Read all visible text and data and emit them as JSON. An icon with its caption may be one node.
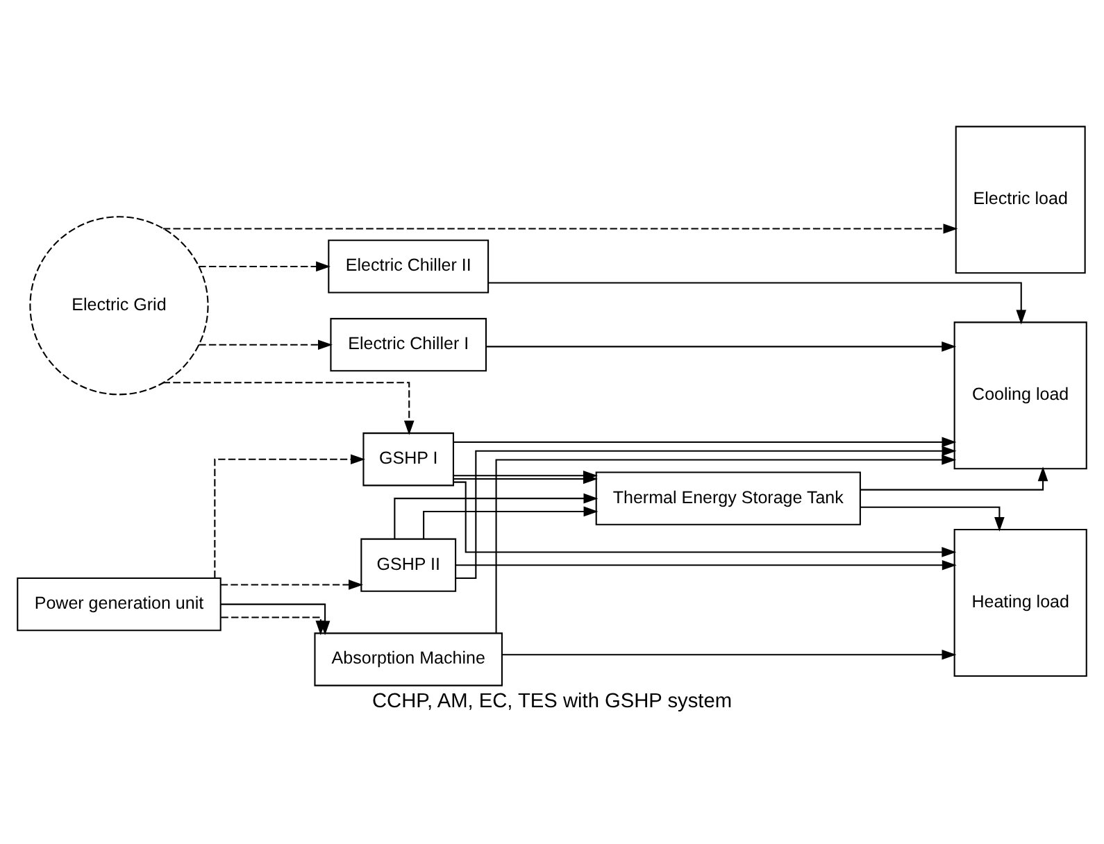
{
  "diagram": {
    "caption": "CCHP, AM, EC, TES with GSHP system",
    "nodes": [
      {
        "text": [
          "Electric Grid"
        ]
      },
      {
        "text": [
          "Electric Chiller I"
        ]
      },
      {
        "text": [
          "Electric Chiller II"
        ]
      },
      {
        "text": [
          "GSHP I"
        ]
      },
      {
        "text": [
          "Thermal Energy Storage Tank"
        ]
      },
      {
        "text": [
          "Power generation unit"
        ]
      },
      {
        "text": [
          "GSHP II"
        ]
      },
      {
        "text": [
          "Absorption Machine"
        ]
      },
      {
        "text": [
          "Electric load"
        ]
      },
      {
        "text": [
          "Cooling load"
        ]
      },
      {
        "text": [
          "Heating load"
        ]
      }
    ],
    "edges": [
      {
        "from": 0,
        "to": 8,
        "arrow": "to",
        "style": "dashed"
      },
      {
        "from": 0,
        "to": 1,
        "arrow": "to",
        "style": "dashed"
      },
      {
        "from": 0,
        "to": 2,
        "arrow": "to",
        "style": "dashed"
      },
      {
        "from": 0,
        "to": 3,
        "arrow": "to",
        "style": "dashed"
      },
      {
        "from": 5,
        "to": 3,
        "arrow": "to",
        "style": "dashed"
      },
      {
        "from": 5,
        "to": 6,
        "arrow": "to",
        "style": "dashed"
      },
      {
        "from": 5,
        "to": 7,
        "arrow": "to",
        "style": "dashed"
      },
      {
        "from": 5,
        "to": 7,
        "arrow": "to"
      },
      {
        "from": 1,
        "to": 9,
        "arrow": "to"
      },
      {
        "from": 2,
        "to": 9,
        "arrow": "to"
      },
      {
        "from": 3,
        "to": 9,
        "arrow": "to"
      },
      {
        "from": 3,
        "to": 10,
        "arrow": "to"
      },
      {
        "from": 3,
        "to": 4,
        "arrow": "to"
      },
      {
        "from": 4,
        "to": 9,
        "arrow": "to"
      },
      {
        "from": 3,
        "to": 4,
        "arrow": "to"
      },
      {
        "from": 6,
        "to": 4,
        "arrow": "to"
      },
      {
        "from": 6,
        "to": 4,
        "arrow": "to"
      },
      {
        "from": 4,
        "to": 10,
        "arrow": "to"
      },
      {
        "from": 6,
        "to": 10,
        "arrow": "to"
      },
      {
        "from": 6,
        "to": 9,
        "arrow": "to"
      },
      {
        "from": 7,
        "to": 9,
        "arrow": "to"
      },
      {
        "from": 7,
        "to": 10,
        "arrow": "to"
      }
    ]
  }
}
